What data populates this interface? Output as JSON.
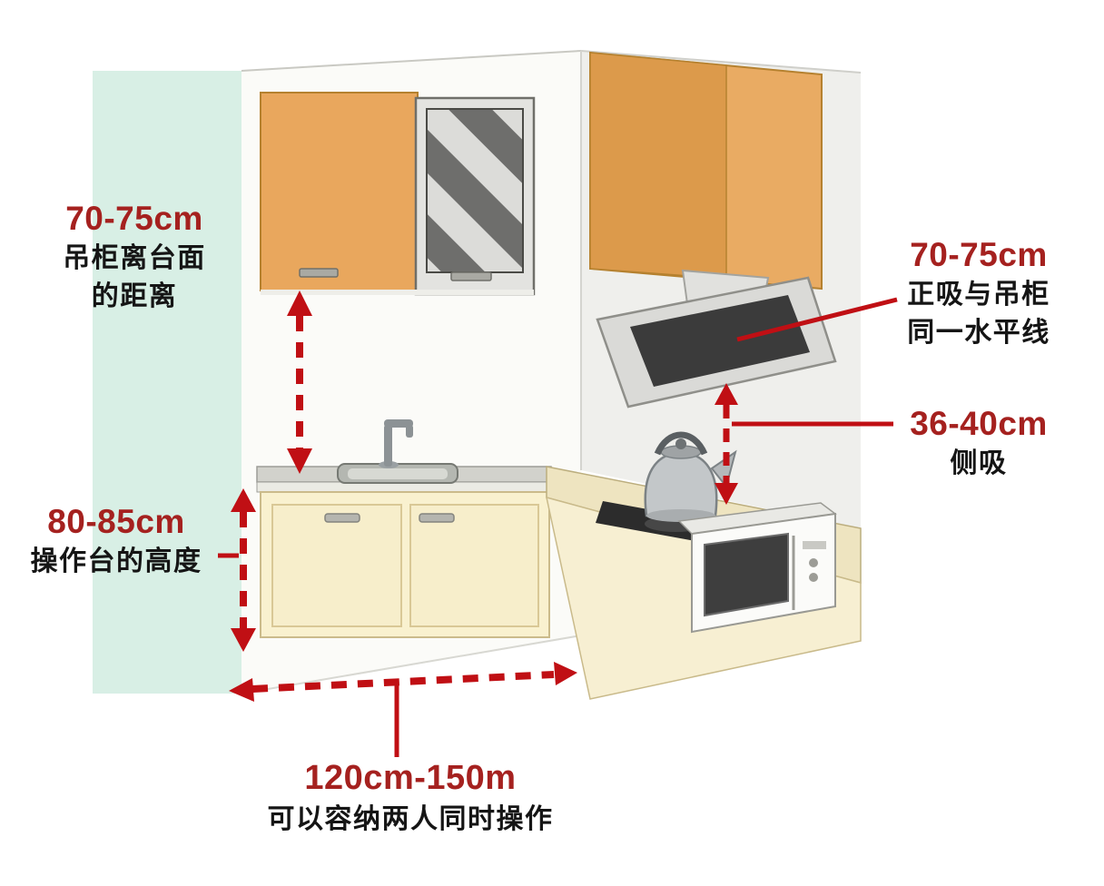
{
  "colors": {
    "annotation_red": "#a5211f",
    "arrow_red": "#c00f14",
    "text_black": "#151515",
    "wall_mint": "#d8efe5",
    "wall_grey": "#efefec",
    "cabinet_wood": "#e9ab63",
    "counter_cream": "#f9f1cf",
    "hood_glass_dark": "#3b3b3b"
  },
  "annotations": {
    "cabinet_gap": {
      "value": "70-75cm",
      "line1": "吊柜离台面",
      "line2": "的距离"
    },
    "counter_height": {
      "value": "80-85cm",
      "line1": "操作台的高度"
    },
    "hood_level": {
      "value": "70-75cm",
      "line1": "正吸与吊柜",
      "line2": "同一水平线"
    },
    "side_hood": {
      "value": "36-40cm",
      "line1": "侧吸"
    },
    "walkway": {
      "value": "120cm-150m",
      "line1": "可以容纳两人同时操作"
    }
  }
}
